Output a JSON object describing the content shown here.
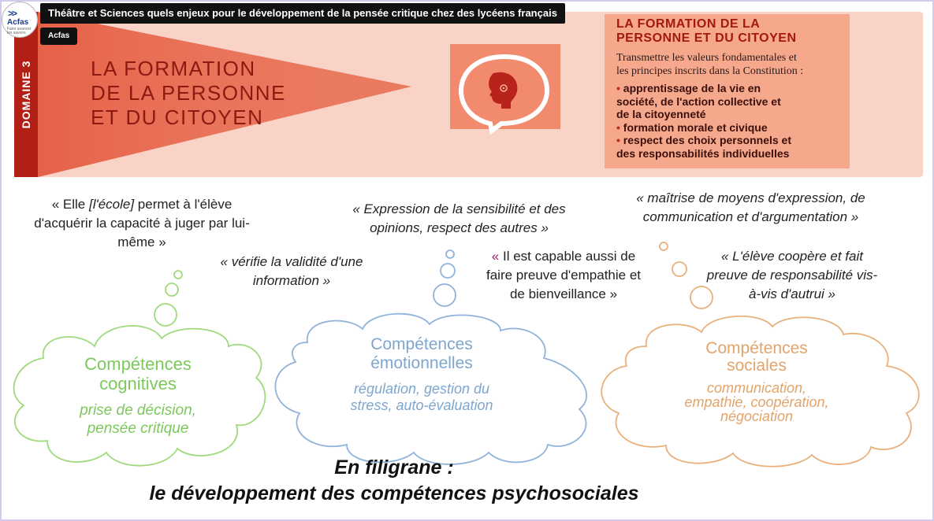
{
  "header": {
    "logo_brand": "Acfas",
    "logo_tagline": "Faire avancer les savoirs",
    "title": "Théâtre et Sciences  quels enjeux pour le développement de la pensée critique chez des lycéens français",
    "chip": "Acfas"
  },
  "banner": {
    "domain_label": "DOMAINE 3",
    "heading_lines": [
      "LA FORMATION",
      "DE LA PERSONNE",
      "ET DU CITOYEN"
    ],
    "info_title_lines": [
      "LA FORMATION DE LA",
      "PERSONNE ET DU CITOYEN"
    ],
    "info_intro_lines": [
      "Transmettre les valeurs fondamentales et",
      "les principes inscrits dans la Constitution :"
    ],
    "bullets": [
      {
        "mark": "•",
        "lines": [
          "apprentissage de la vie en",
          "société, de l'action collective et",
          "de la citoyenneté"
        ]
      },
      {
        "mark": "•",
        "lines": [
          "formation morale et civique"
        ]
      },
      {
        "mark": "•",
        "lines": [
          "respect des choix personnels et",
          "des responsabilités individuelles"
        ]
      }
    ]
  },
  "quotes": {
    "q1": {
      "line1_a": "« Elle ",
      "line1_b": "[l'école]",
      "line1_c": " permet à l'élève",
      "line2": "d'acquérir la capacité à juger par lui-",
      "line3": "même »"
    },
    "q2": {
      "line1": "« vérifie la validité d'une",
      "line2": "information »"
    },
    "q3": {
      "line1": "« Expression de la sensibilité et des",
      "line2": "opinions, respect des autres »"
    },
    "q4": {
      "line1_mark": "«",
      "line1_rest": " Il est capable aussi de",
      "line2": "faire preuve d'empathie et",
      "line3": "de bienveillance »"
    },
    "q5": {
      "line1": "« maîtrise de moyens d'expression, de",
      "line2": "communication et d'argumentation »"
    },
    "q6": {
      "line1": "« L'élève coopère et fait",
      "line2": "preuve de responsabilité vis-",
      "line3": "à-vis d'autrui »"
    }
  },
  "clouds": {
    "cognitive": {
      "title_lines": [
        "Compétences",
        "cognitives"
      ],
      "sub_lines": [
        "prise de décision,",
        "pensée critique"
      ]
    },
    "emotional": {
      "title_lines": [
        "Compétences",
        "émotionnelles"
      ],
      "sub_lines": [
        "régulation, gestion du",
        "stress, auto-évaluation"
      ]
    },
    "social": {
      "title_lines": [
        "Compétences",
        "sociales"
      ],
      "sub_lines": [
        "communication,",
        "empathie, coopération,",
        "négociation"
      ]
    }
  },
  "footer": {
    "line1": "En filigrane :",
    "line2": "le développement des compétences psychosociales"
  },
  "colors": {
    "domain_red": "#b21f15",
    "banner_bg": "#f9d3c6",
    "info_box": "#f6a88d",
    "cognitive_green": "#7cc95b",
    "emotional_blue": "#7ea6cf",
    "social_orange": "#e2a46a"
  },
  "icons": [
    "head-speech-bubble-icon"
  ]
}
